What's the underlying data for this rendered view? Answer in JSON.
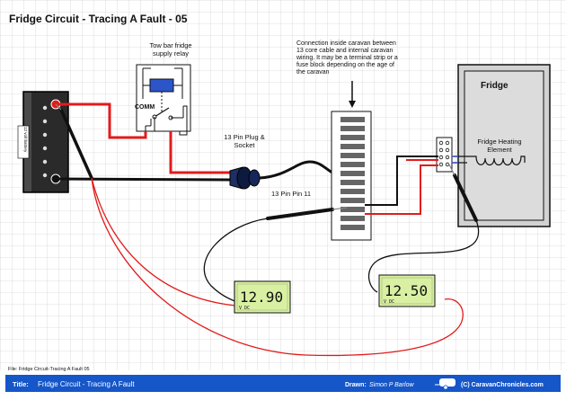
{
  "diagram": {
    "title": "Fridge Circuit - Tracing A Fault - 05",
    "relay_label_line1": "Tow bar fridge",
    "relay_label_line2": "supply relay",
    "relay_comm_label": "COMM",
    "battery_label": "12 volt battery",
    "plug_label_line1": "13 Pin Plug &",
    "plug_label_line2": "Socket",
    "pin_label": "13 Pin Pin 11",
    "connection_note_line1": "Connection inside caravan between",
    "connection_note_line2": "13 core cable and internal caravan",
    "connection_note_line3": "wiring. It may be a terminal strip or a",
    "connection_note_line4": "fuse block depending on the age of",
    "connection_note_line5": "the caravan",
    "fridge_label": "Fridge",
    "heater_label_line1": "Fridge Heating",
    "heater_label_line2": "Element",
    "meter1_reading": "12.90",
    "meter1_units": "V   DC",
    "meter2_reading": "12.50",
    "meter2_units": "V   DC",
    "file_label": "File: Fridge Circuit-Tracing A Fault 05"
  },
  "footer": {
    "title_caption": "Title:",
    "title_value": "Fridge Circuit - Tracing A Fault",
    "drawn_caption": "Drawn:",
    "drawn_value": "Simon P Barlow",
    "copyright": "(C) CaravanChronicles.com"
  },
  "colors": {
    "wire_red": "#e21b1b",
    "wire_black": "#111111",
    "footer_blue": "#1556c9",
    "grid_line": "#bcbcbc",
    "lcd_green": "#d9f0a3"
  }
}
